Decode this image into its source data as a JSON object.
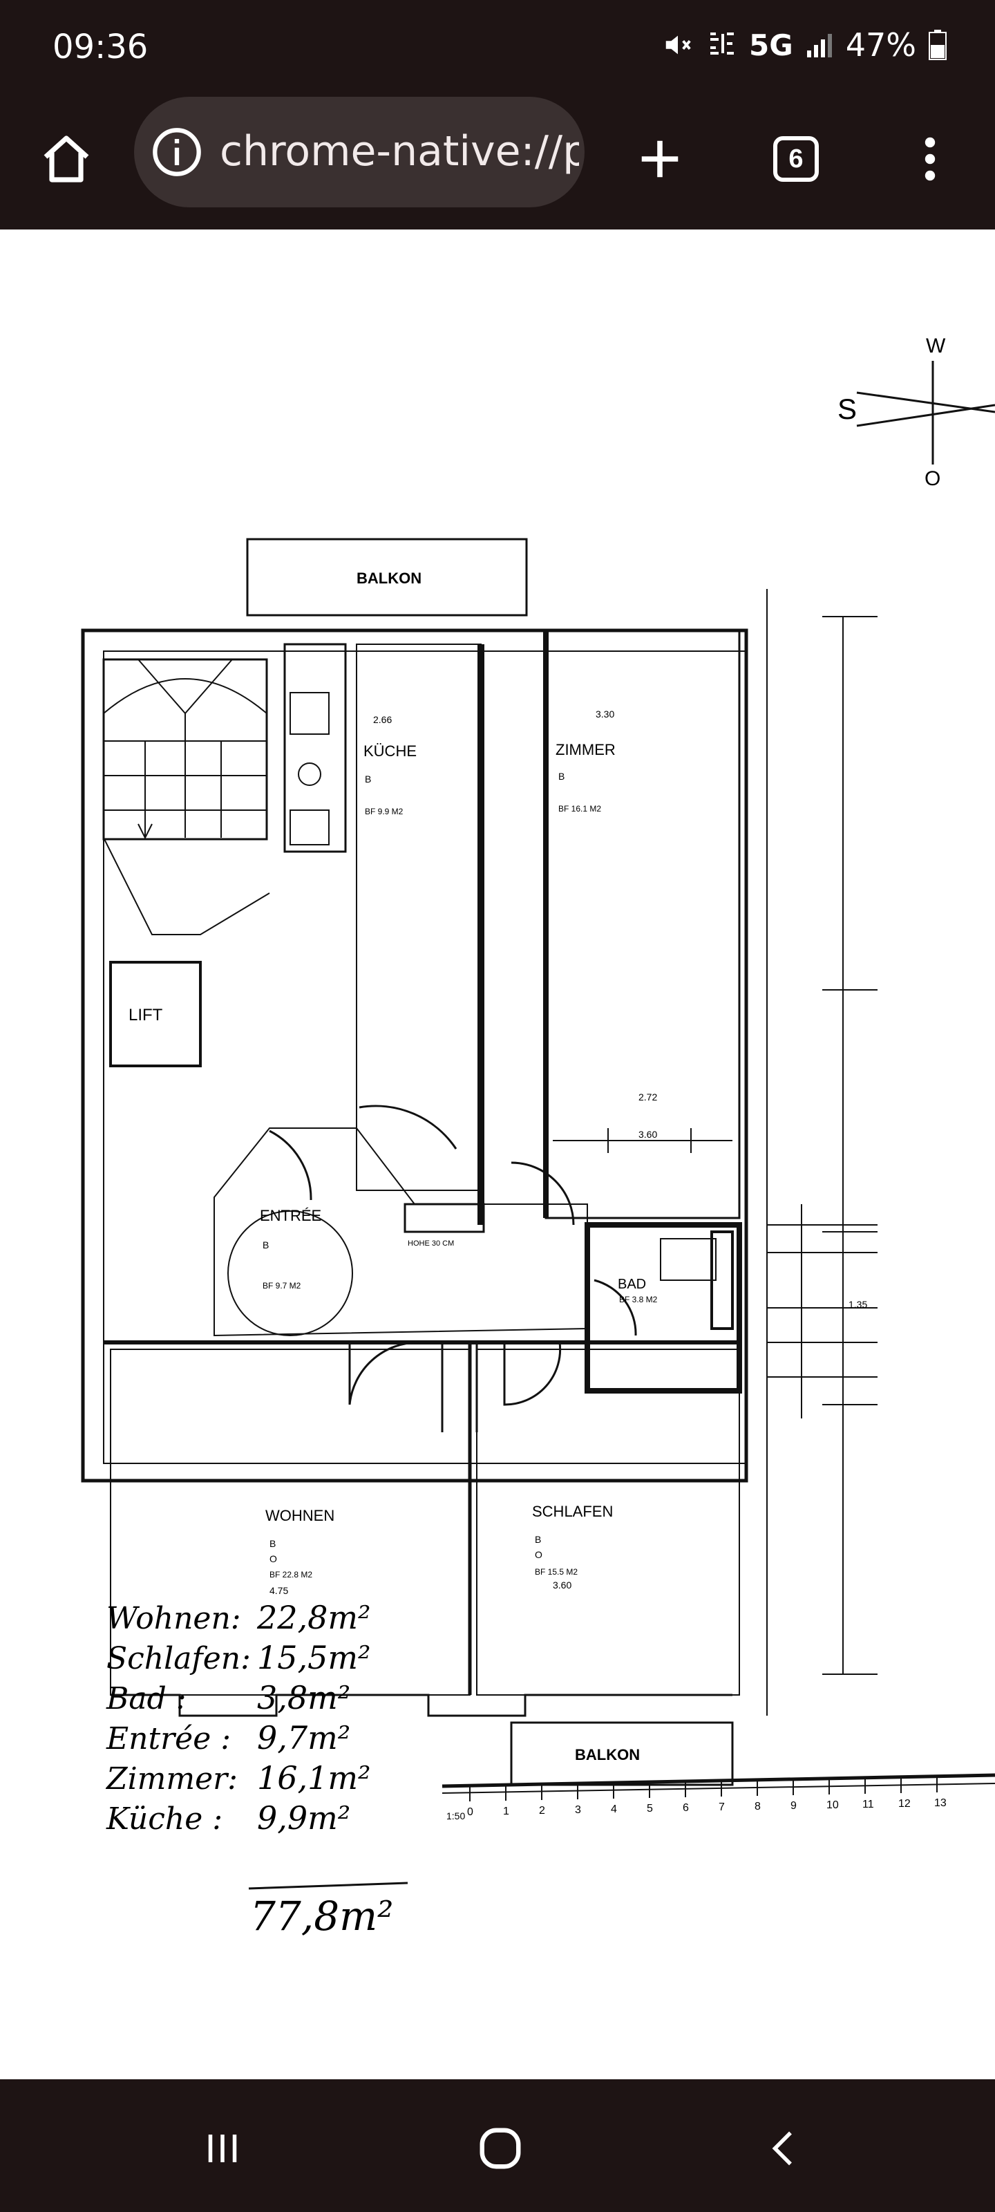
{
  "status_bar": {
    "time": "09:36",
    "network": "5G",
    "battery": "47%",
    "icons": [
      "mute-icon",
      "volte-icon",
      "signal-icon",
      "battery-icon"
    ]
  },
  "browser": {
    "url": "chrome-native://p",
    "tab_count": "6",
    "icons": [
      "home-icon",
      "info-icon",
      "plus-icon",
      "tabs-icon",
      "more-vert-icon"
    ]
  },
  "floor_plan": {
    "compass": {
      "w": "W",
      "s": "S",
      "o": "O"
    },
    "balcony_top": "BALKON",
    "balcony_bottom": "BALKON",
    "rooms": {
      "kueche": {
        "name": "KÜCHE",
        "bf": "BF 9.9 M2"
      },
      "zimmer": {
        "name": "ZIMMER",
        "bf": "BF 16.1 M2"
      },
      "lift": {
        "name": "LIFT"
      },
      "entree": {
        "name": "ENTRÉE",
        "bf": "BF 9.7 M2"
      },
      "bad": {
        "name": "BAD",
        "bf": "BF 3.8 M2"
      },
      "wohnen": {
        "name": "WOHNEN",
        "bf": "BF 22.8 M2"
      },
      "schlafen": {
        "name": "SCHLAFEN",
        "bf": "BF 15.5 M2"
      }
    },
    "letters": {
      "b": "B",
      "o": "O"
    },
    "dimensions": {
      "kueche_w": "2.66",
      "zimmer_w": "3.30",
      "zimmer_w2": "2.72",
      "zimmer_w3": "3.60",
      "wohnen_w": "4.75",
      "schlafen_w": "3.60",
      "hohe": "HOHE 30 CM",
      "r1": "1.35"
    },
    "scale": {
      "prefix": "1:50",
      "ticks": [
        "0",
        "1",
        "2",
        "3",
        "4",
        "5",
        "6",
        "7",
        "8",
        "9",
        "10",
        "11",
        "12",
        "13"
      ]
    }
  },
  "handwritten": {
    "lines": [
      {
        "label": "Wohnen:",
        "value": "22,8m²"
      },
      {
        "label": "Schlafen:",
        "value": "15,5m²"
      },
      {
        "label": "Bad :",
        "value": "3,8m²"
      },
      {
        "label": "Entrée :",
        "value": "9,7m²"
      },
      {
        "label": "Zimmer:",
        "value": "16,1m²"
      },
      {
        "label": "Küche :",
        "value": "9,9m²"
      }
    ],
    "total": "77,8m²"
  },
  "nav": {
    "icons": [
      "recents-icon",
      "home-circle-icon",
      "back-icon"
    ]
  }
}
